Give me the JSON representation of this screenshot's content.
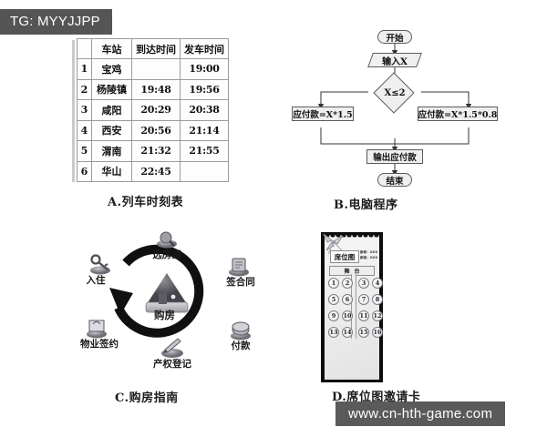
{
  "tag": {
    "label": "TG: MYYJJPP"
  },
  "watermark": {
    "label": "www.cn-hth-game.com"
  },
  "panels": {
    "a": {
      "caption": "A.列车时刻表",
      "table": {
        "headers": [
          "",
          "车站",
          "到达时间",
          "发车时间"
        ],
        "rows": [
          {
            "index": "1",
            "station": "宝鸡",
            "arrive": "",
            "depart": "19:00"
          },
          {
            "index": "2",
            "station": "杨陵镇",
            "arrive": "19:48",
            "depart": "19:56"
          },
          {
            "index": "3",
            "station": "咸阳",
            "arrive": "20:29",
            "depart": "20:38"
          },
          {
            "index": "4",
            "station": "西安",
            "arrive": "20:56",
            "depart": "21:14"
          },
          {
            "index": "5",
            "station": "渭南",
            "arrive": "21:32",
            "depart": "21:55"
          },
          {
            "index": "6",
            "station": "华山",
            "arrive": "22:45",
            "depart": ""
          }
        ]
      }
    },
    "b": {
      "caption": "B.电脑程序",
      "nodes": {
        "start": "开始",
        "input": "输入X",
        "decision": "X≤2",
        "branch_true": "应付款=X*1.5",
        "branch_false": "应付款=X*1.5*0.8",
        "output": "输出应付款",
        "end": "结束"
      }
    },
    "c": {
      "caption": "C.购房指南",
      "center": "购房",
      "steps": [
        {
          "label": "选房源",
          "icon": "house-search-icon"
        },
        {
          "label": "签合同",
          "icon": "contract-icon"
        },
        {
          "label": "付款",
          "icon": "payment-icon"
        },
        {
          "label": "产权登记",
          "icon": "registration-pen-icon"
        },
        {
          "label": "物业签约",
          "icon": "property-agreement-icon"
        },
        {
          "label": "入住",
          "icon": "move-in-key-icon"
        }
      ]
    },
    "d": {
      "caption": "D.席位图邀请卡",
      "card": {
        "title": "席位图",
        "couple_line1": "新郎：XXX",
        "couple_line2": "新娘：XXX",
        "stage": "舞台",
        "seats": [
          "1",
          "2",
          "3",
          "4",
          "5",
          "6",
          "7",
          "8",
          "9",
          "10",
          "11",
          "12",
          "13",
          "14",
          "15",
          "16"
        ]
      }
    }
  }
}
